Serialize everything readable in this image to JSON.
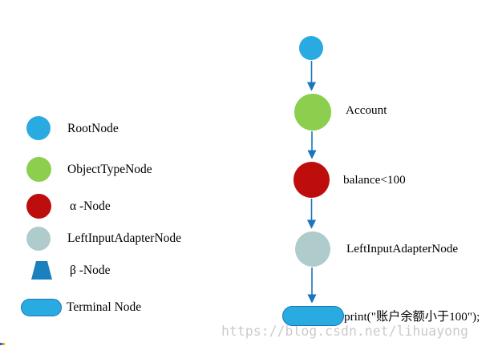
{
  "colors": {
    "root_blue": "#29ABE2",
    "object_type_green": "#8CCE4D",
    "alpha_red": "#BE0D0D",
    "left_input_adapter_gray": "#AFCBCB",
    "beta_blue": "#1B80BE",
    "terminal_blue": "#29ABE2",
    "terminal_border": "#1577B8",
    "arrow_blue": "#1B75BC",
    "watermark_gray": "#CBCBCB",
    "speck_blue": "#3366CC",
    "speck_orange": "#FFA500"
  },
  "legend": {
    "items": [
      {
        "label": "RootNode",
        "shape": "circle",
        "color": "#29ABE2"
      },
      {
        "label": "ObjectTypeNode",
        "shape": "circle",
        "color": "#8CCE4D"
      },
      {
        "label": "α -Node",
        "shape": "circle",
        "color": "#BE0D0D"
      },
      {
        "label": "LeftInputAdapterNode",
        "shape": "circle",
        "color": "#AFCBCB"
      },
      {
        "label": "β -Node",
        "shape": "trapezoid",
        "color": "#1B80BE"
      },
      {
        "label": "Terminal Node",
        "shape": "rounded-rect",
        "color": "#29ABE2"
      }
    ]
  },
  "network": {
    "nodes": [
      {
        "type": "RootNode",
        "label": ""
      },
      {
        "type": "ObjectTypeNode",
        "label": "Account"
      },
      {
        "type": "AlphaNode",
        "label": "balance<100"
      },
      {
        "type": "LeftInputAdapterNode",
        "label": "LeftInputAdapterNode"
      },
      {
        "type": "TerminalNode",
        "label": "print(\"账户余额小于100\");"
      }
    ]
  },
  "watermark": {
    "text": "https://blog.csdn.net/lihuayong"
  }
}
